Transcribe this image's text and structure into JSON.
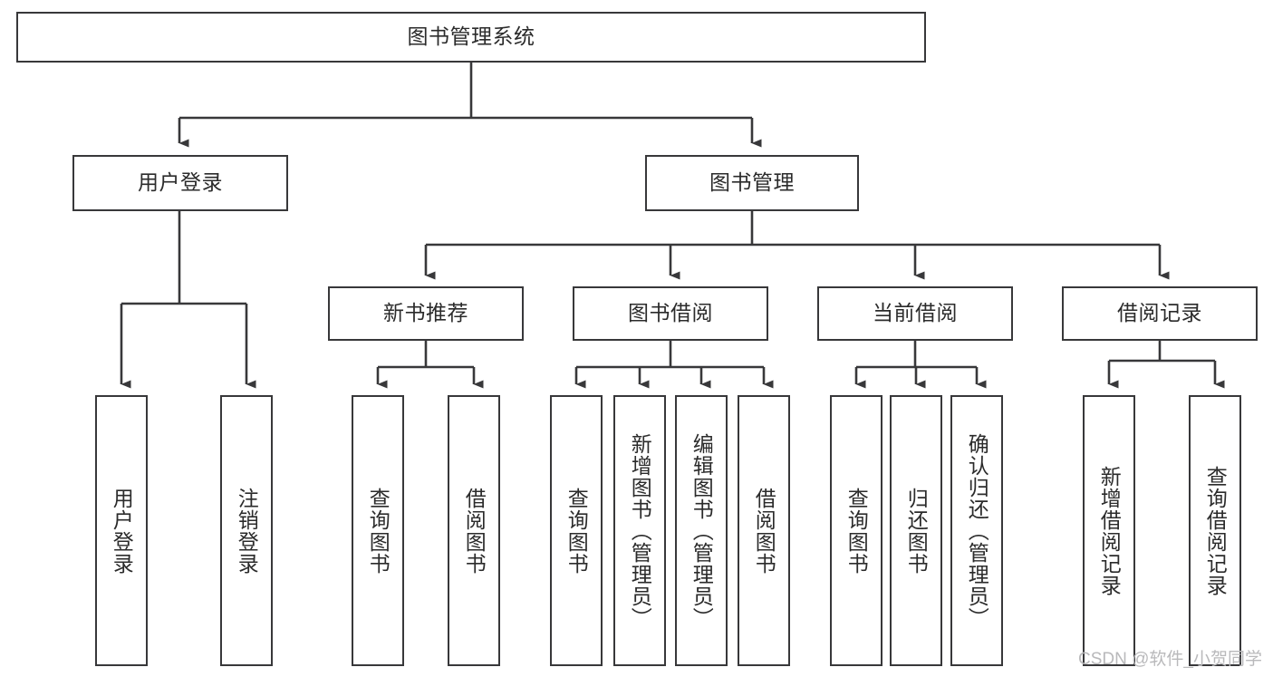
{
  "diagram": {
    "type": "hierarchy-tree",
    "root": {
      "label": "图书管理系统"
    },
    "level2": [
      {
        "label": "用户登录"
      },
      {
        "label": "图书管理"
      }
    ],
    "level3": [
      {
        "label": "新书推荐"
      },
      {
        "label": "图书借阅"
      },
      {
        "label": "当前借阅"
      },
      {
        "label": "借阅记录"
      }
    ],
    "leaves": {
      "user_login": [
        {
          "label": "用户登录"
        },
        {
          "label": "注销登录"
        }
      ],
      "new_book_rec": [
        {
          "label": "查询图书"
        },
        {
          "label": "借阅图书"
        }
      ],
      "book_borrow": [
        {
          "label": "查询图书"
        },
        {
          "label": "新增图书（管理员）"
        },
        {
          "label": "编辑图书（管理员）"
        },
        {
          "label": "借阅图书"
        }
      ],
      "current_borrow": [
        {
          "label": "查询图书"
        },
        {
          "label": "归还图书"
        },
        {
          "label": "确认归还（管理员）"
        }
      ],
      "borrow_record": [
        {
          "label": "新增借阅记录"
        },
        {
          "label": "查询借阅记录"
        }
      ]
    }
  },
  "watermark": {
    "text": "CSDN @软件_小贺同学"
  },
  "colors": {
    "box_border": "#38383a",
    "text": "#2b2b2b",
    "connector": "#38383a",
    "background": "#ffffff",
    "watermark": "#b9b9bb"
  }
}
